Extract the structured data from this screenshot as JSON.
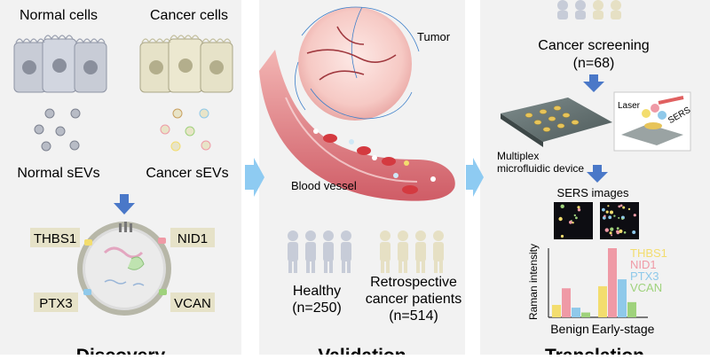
{
  "discovery": {
    "normal_cells": "Normal cells",
    "cancer_cells": "Cancer cells",
    "normal_sevs": "Normal sEVs",
    "cancer_sevs": "Cancer sEVs",
    "markers": [
      "THBS1",
      "NID1",
      "PTX3",
      "VCAN"
    ],
    "title": "Discovery"
  },
  "validation": {
    "tumor": "Tumor",
    "blood_vessel": "Blood vessel",
    "healthy": "Healthy",
    "healthy_n": "(n=250)",
    "retro_line1": "Retrospective",
    "retro_line2": "cancer patients",
    "retro_n": "(n=514)",
    "title": "Validation"
  },
  "translation": {
    "screening": "Cancer screening",
    "screening_n": "(n=68)",
    "laser": "Laser",
    "sers": "SERS",
    "device_line1": "Multiplex",
    "device_line2": "microfluidic device",
    "sers_images": "SERS images",
    "title": "Translation"
  },
  "chart_data": {
    "type": "bar",
    "categories": [
      "Benign",
      "Early-stage"
    ],
    "series": [
      {
        "name": "THBS1",
        "color": "#f3dd6e",
        "values": [
          0.18,
          0.45
        ]
      },
      {
        "name": "NID1",
        "color": "#ef9aa6",
        "values": [
          0.42,
          1.0
        ]
      },
      {
        "name": "PTX3",
        "color": "#8fc9ea",
        "values": [
          0.14,
          0.55
        ]
      },
      {
        "name": "VCAN",
        "color": "#9fd27c",
        "values": [
          0.07,
          0.22
        ]
      }
    ],
    "ylabel": "Raman intensity",
    "xlabel": "",
    "title": ""
  },
  "colors": {
    "panel_bg": "#f2f2f2",
    "arrow_blue": "#4a78c8",
    "light_arrow": "#8ecbf2",
    "vessel": "#d9656d",
    "tumor": "#f6c9c4"
  }
}
